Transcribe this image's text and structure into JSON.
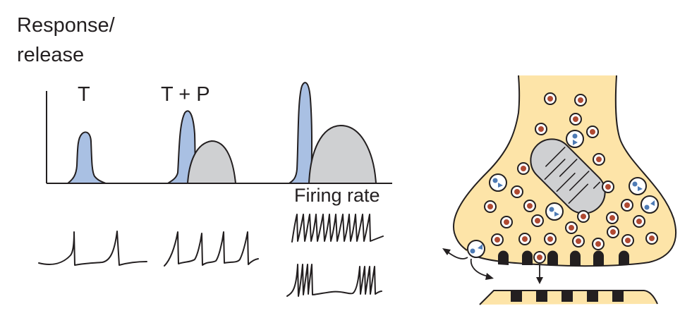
{
  "figure": {
    "y_axis_label_line1": "Response/",
    "y_axis_label_line2": "release",
    "conditions": [
      {
        "id": "T",
        "label": "T",
        "transmitter_peak": "medium",
        "peptide_peak": "none",
        "firing_pattern": "low-frequency regular spiking"
      },
      {
        "id": "T+P",
        "label": "T + P",
        "transmitter_peak": "high",
        "peptide_peak": "medium",
        "firing_pattern": "moderate-frequency regular spiking"
      },
      {
        "id": "high",
        "label": "",
        "transmitter_peak": "highest",
        "peptide_peak": "high",
        "firing_pattern": "high-frequency tonic / burst firing"
      }
    ],
    "firing_rate_label": "Firing rate",
    "legend_colors": {
      "transmitter_response": "#a9c0e3",
      "peptide_response": "#cfd0d2",
      "terminal_cytoplasm": "#fde4a8",
      "small_vesicle_core": "#b04a32",
      "large_vesicle_content": "#4e7bb5",
      "active_zone": "#231f20",
      "outline": "#231f20"
    },
    "synapse": {
      "small_clear_vesicles": 27,
      "large_dense_core_vesicles": 6,
      "mitochondria": 1,
      "presynaptic_active_zones": 6,
      "postsynaptic_densities": 5
    }
  }
}
